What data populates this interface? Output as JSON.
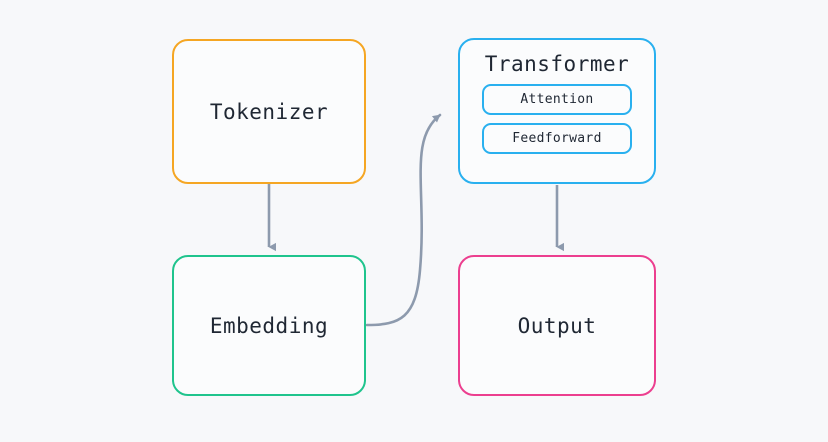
{
  "diagram": {
    "background_color": "#f7f8fa",
    "edge_color": "#8d9aad",
    "text_color": "#1f2733"
  },
  "nodes": {
    "tokenizer": {
      "label": "Tokenizer",
      "border_color": "#f5a623"
    },
    "embedding": {
      "label": "Embedding",
      "border_color": "#1fc48d"
    },
    "transformer": {
      "label": "Transformer",
      "border_color": "#29b0ef",
      "children": [
        {
          "label": "Attention",
          "border_color": "#29b0ef"
        },
        {
          "label": "Feedforward",
          "border_color": "#29b0ef"
        }
      ]
    },
    "output": {
      "label": "Output",
      "border_color": "#ec3f8f"
    }
  },
  "edges": [
    {
      "name": "tokenizer-to-embedding",
      "from": "Tokenizer",
      "to": "Embedding",
      "style": "straight-down-arrow"
    },
    {
      "name": "embedding-to-transformer",
      "from": "Embedding",
      "to": "Transformer",
      "style": "curved-right-arrow"
    },
    {
      "name": "transformer-to-output",
      "from": "Transformer",
      "to": "Output",
      "style": "straight-down-arrow"
    }
  ]
}
